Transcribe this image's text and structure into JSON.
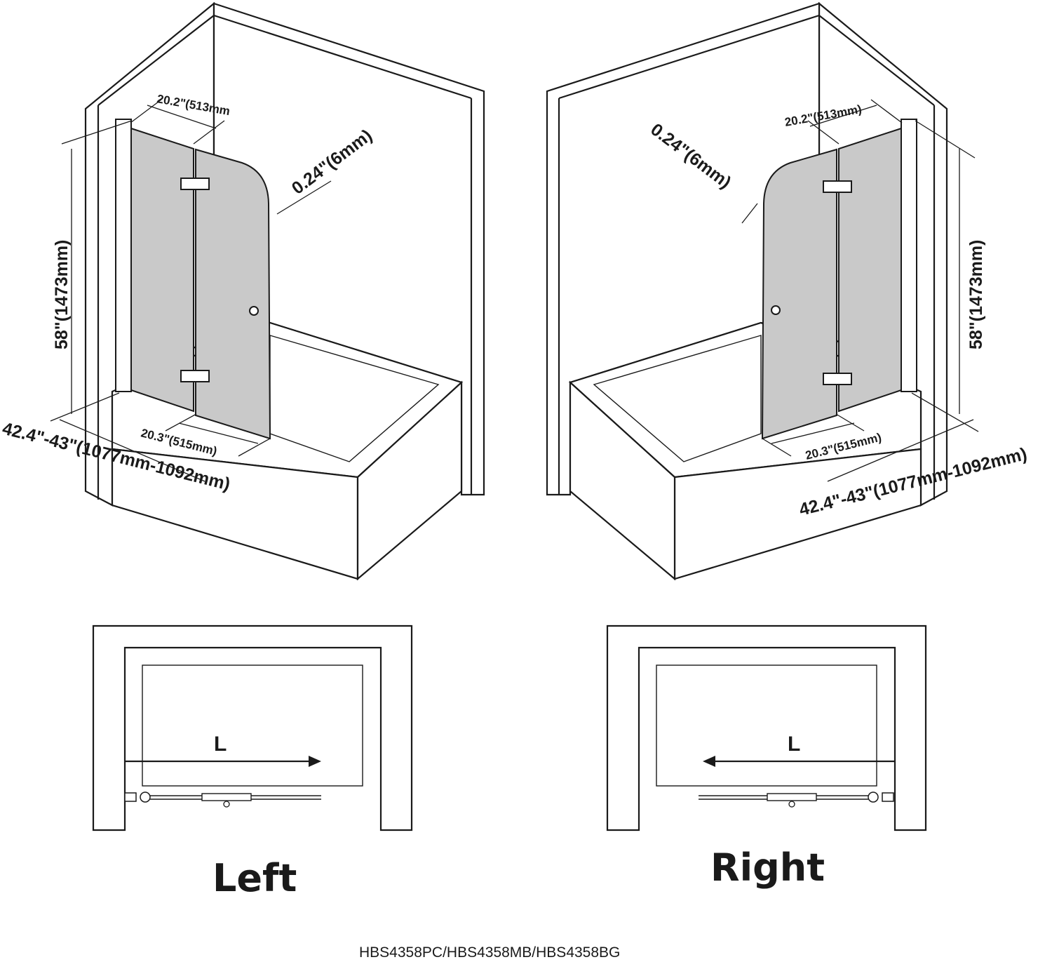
{
  "left_view": {
    "top_width": "20.2\"(513mm",
    "thickness": "0.24\"(6mm)",
    "height": "58\"(1473mm)",
    "bottom_width": "20.3\"(515mm)",
    "total_width": "42.4\"-43\"(1077mm-1092mm)"
  },
  "right_view": {
    "top_width": "20.2\"(513mm)",
    "thickness": "0.24\"(6mm)",
    "height": "58\"(1473mm)",
    "bottom_width": "20.3\"(515mm)",
    "total_width": "42.4\"-43\"(1077mm-1092mm)"
  },
  "plan_left": {
    "letter": "L",
    "caption": "Left",
    "arrow_direction": "right"
  },
  "plan_right": {
    "letter": "L",
    "caption": "Right",
    "arrow_direction": "left"
  },
  "model_numbers": "HBS4358PC/HBS4358MB/HBS4358BG"
}
